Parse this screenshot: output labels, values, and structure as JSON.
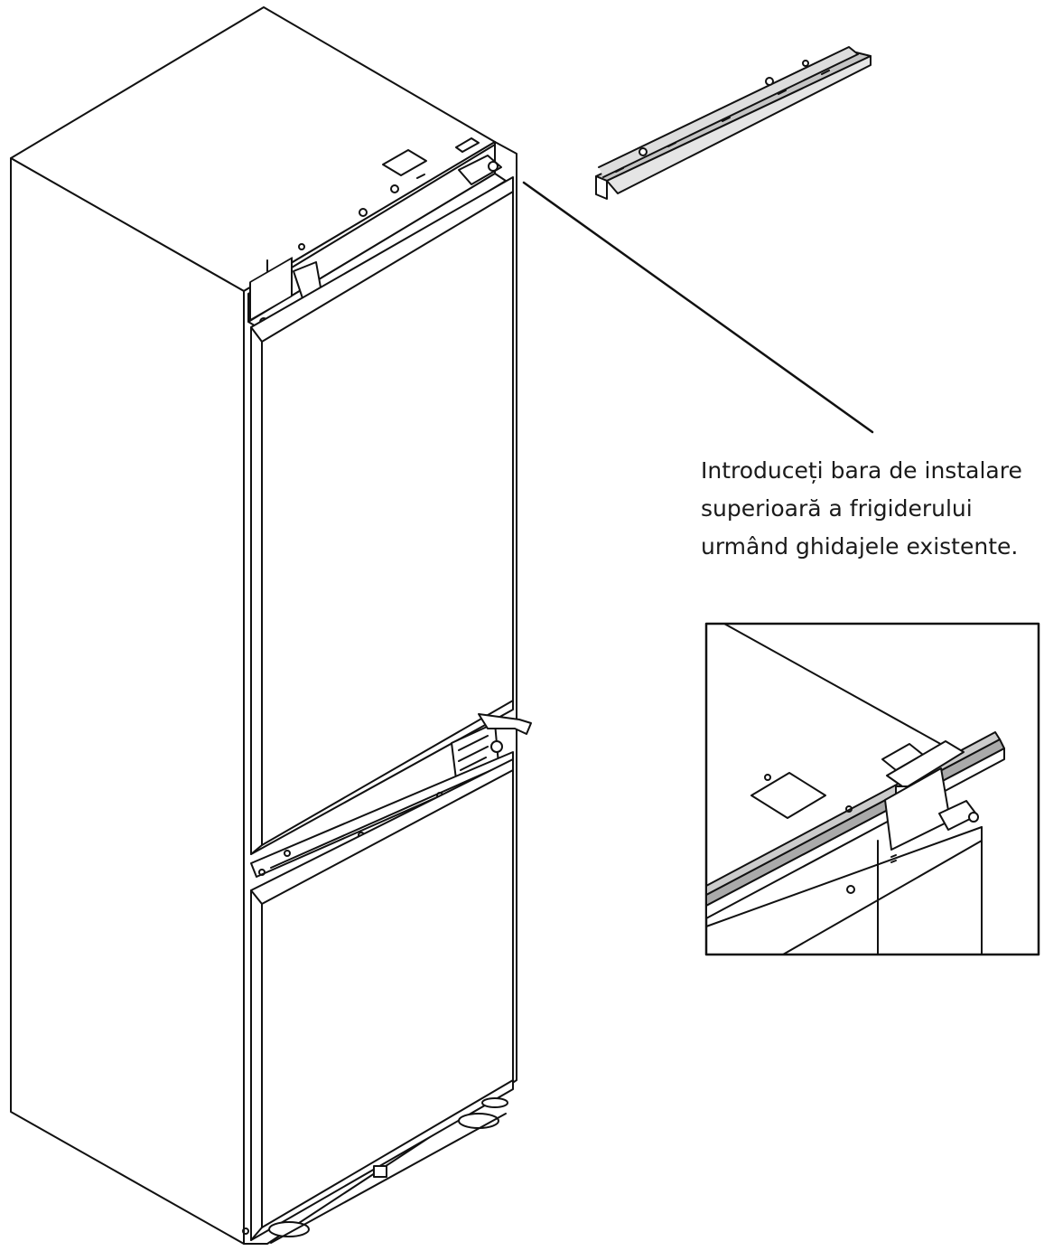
{
  "caption": {
    "lines": [
      "Introduceți bara de instalare",
      "superioară  a  frigiderului",
      "urmând ghidajele existente."
    ]
  },
  "colors": {
    "line": "#111111",
    "fill": "#ffffff",
    "bar_fill": "#c4c4c4"
  }
}
